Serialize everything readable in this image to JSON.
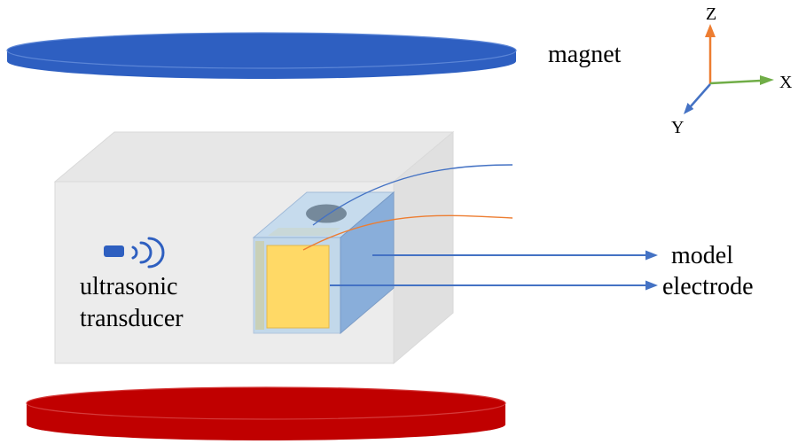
{
  "labels": {
    "magnet": "magnet",
    "transducer_line1": "ultrasonic",
    "transducer_line2": "transducer",
    "model": "model",
    "electrode": "electrode"
  },
  "axes": {
    "x": "X",
    "y": "Y",
    "z": "Z"
  },
  "palette": {
    "magnet_blue": "#2E5FC1",
    "magnet_rim": "#5B85D6",
    "bottom_magnet_red": "#C00000",
    "bottom_magnet_rim": "#D53B3B",
    "chamber_front": "#ECECEC",
    "chamber_top": "#E7E7E7",
    "chamber_side": "#E0E0E0",
    "model_front": "#A9CCE9",
    "model_top": "#BDD7EE",
    "model_side": "#7FA8D9",
    "electrode_yellow": "#FFD966",
    "hole_gray": "#6E8294",
    "callout_blue": "#4472C4",
    "wire_orange": "#ED7D31",
    "axis_x_green": "#70AD47",
    "axis_y_blue": "#4472C4",
    "axis_z_orange": "#ED7D31",
    "transducer_blue": "#2E5FC0"
  }
}
